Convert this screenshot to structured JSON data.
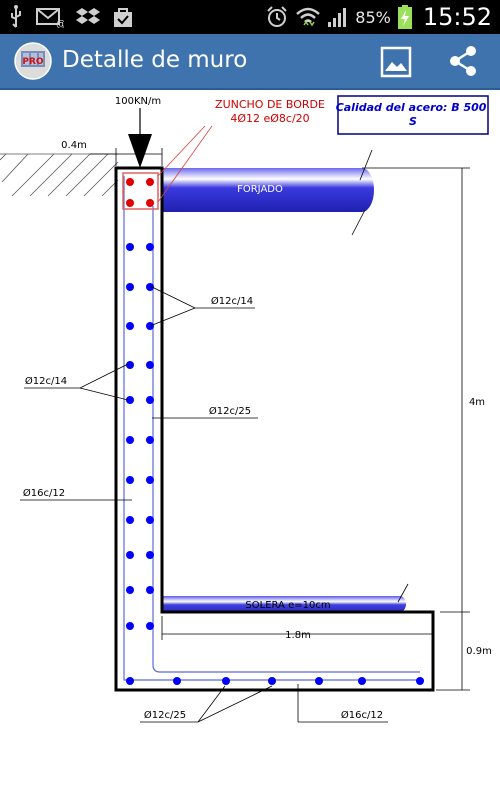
{
  "status_bar": {
    "icons": [
      "usb-icon",
      "mail-icon",
      "dropbox-icon",
      "bag-check-icon",
      "alarm-icon",
      "wifi-icon",
      "signal-icon",
      "battery-charging-icon"
    ],
    "battery_percent": "85%",
    "time": "15:52"
  },
  "action_bar": {
    "title": "Detalle de muro",
    "actions": [
      "image-icon",
      "share-icon"
    ]
  },
  "drawing": {
    "load_label": "100KN/m",
    "edge_beam_title": "ZUNCHO DE BORDE",
    "edge_beam_spec": "4Ø12 eØ8c/20",
    "steel_quality": "Calidad del acero: B 500 S",
    "top_width_label": "0.4m",
    "slab_label": "FORJADO",
    "wall_height_label": "4m",
    "rebar_inner": "Ø12c/14",
    "rebar_outer": "Ø12c/14",
    "rebar_horizontal": "Ø12c/25",
    "rebar_wall_main": "Ø16c/12",
    "ground_slab_label": "SOLERA e=10cm",
    "footing_width_label": "1.8m",
    "footing_height_label": "0.9m",
    "rebar_footing_top": "Ø12c/25",
    "rebar_footing_bottom": "Ø16c/12",
    "colors": {
      "concrete_outline": "#000000",
      "rebar": "#0000ff",
      "edge_beam": "#e00000",
      "slab_fill": "#3a3adf",
      "action_bar": "#3f73ad"
    }
  }
}
